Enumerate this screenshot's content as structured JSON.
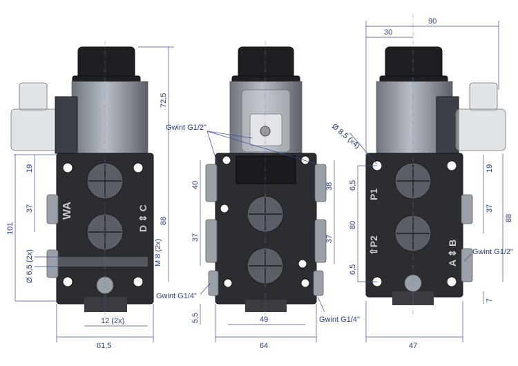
{
  "dimensions": {
    "d90": "90",
    "d30": "30",
    "d72_5": "72,5",
    "d19_left": "19",
    "d37_left": "37",
    "d101": "101",
    "d6_5_2x": "Ø 6,5 (2x)",
    "d88_left": "88",
    "dM8": "M 8 (2x)",
    "d12_2x": "12 (2x)",
    "d61_5": "61,5",
    "d40": "40",
    "d37_mid": "37",
    "d38": "38",
    "d37_mid_r": "37",
    "d5_5": "5,5",
    "d49": "49",
    "d64": "64",
    "d8_5_4x": "Ø 8,5 (x4)",
    "d6_5_top": "6,5",
    "d80": "80",
    "d6_5_bot": "6,5",
    "d19_right": "19",
    "d37_right": "37",
    "d88_right": "88",
    "d7": "7",
    "d47": "47"
  },
  "callouts": {
    "gwint_g12_top": "Gwint G1/2\"",
    "gwint_g14_left": "Gwint G1/4\"",
    "gwint_g14_bottom": "Gwint G1/4\"",
    "gwint_g12_right": "Gwint G1/2\""
  },
  "engraving": {
    "wa": "WA",
    "dc": "D ⇕ C",
    "p1": "P1",
    "p2": "⇧P2",
    "ab": "A ⇕ B"
  },
  "colors": {
    "dimension": "#2a3a8c",
    "body": "#2b2d31",
    "coil": "#8e939b"
  }
}
